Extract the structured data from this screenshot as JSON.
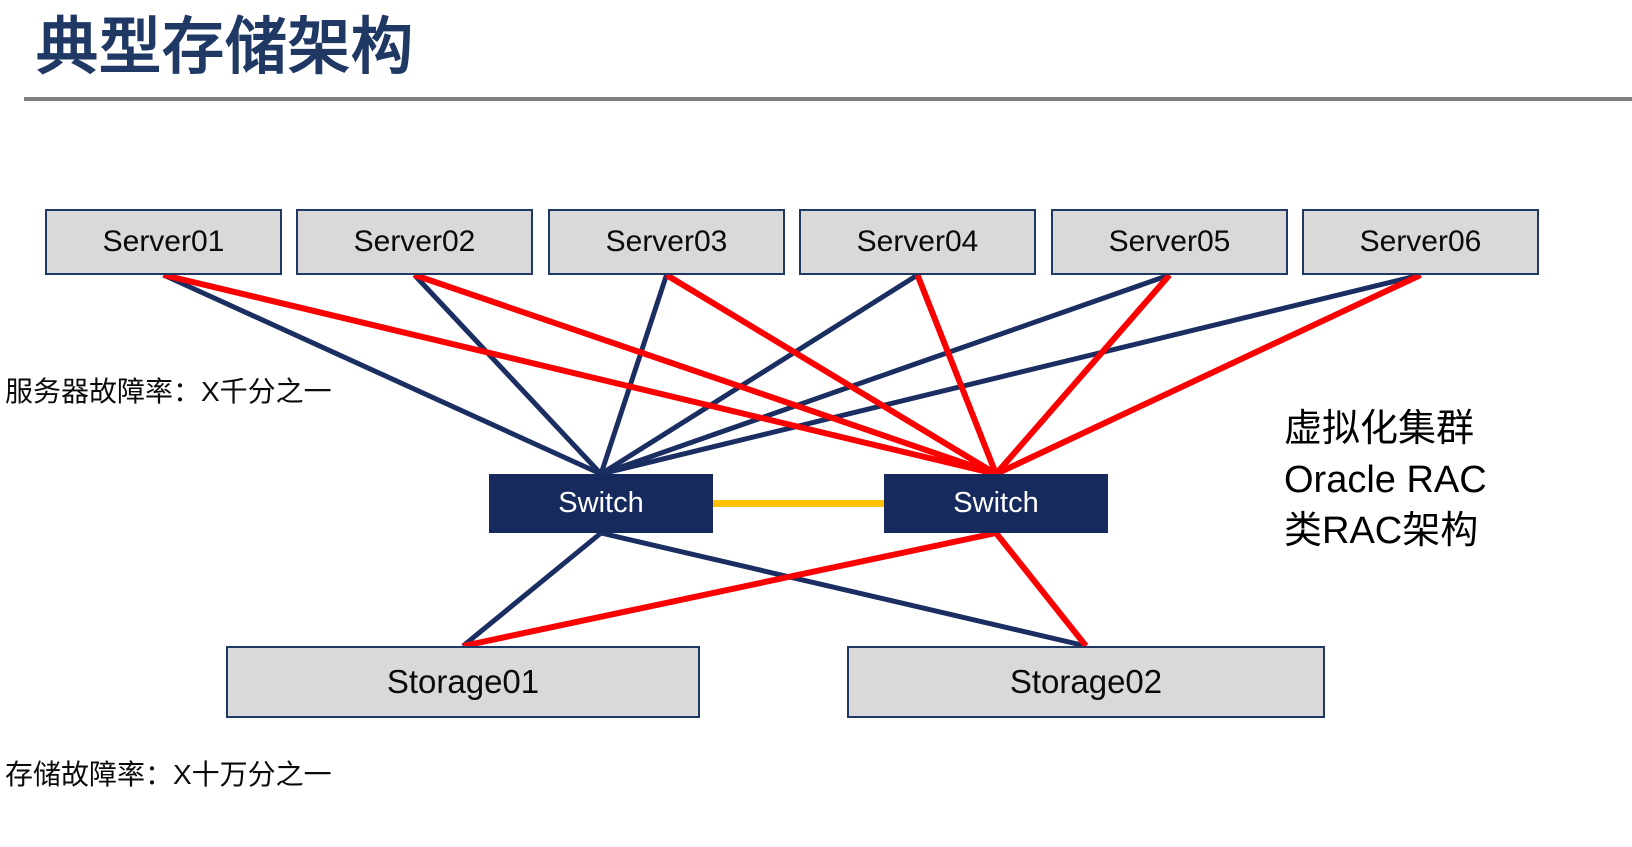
{
  "title": "典型存储架构",
  "colors": {
    "navy": "#1B2E61",
    "red": "#FB0000",
    "orange": "#FFC000",
    "title_navy": "#1F3864",
    "box_fill": "#D9D9D9",
    "box_border": "#1F3864",
    "switch_fill": "#162A5E",
    "divider_gray": "#808080"
  },
  "annotations": {
    "server_failure_rate": "服务器故障率：X千分之一",
    "storage_failure_rate": "存储故障率：X十万分之一",
    "cluster_note_lines": [
      "虚拟化集群",
      "Oracle RAC",
      "类RAC架构"
    ]
  },
  "diagram": {
    "servers": [
      {
        "id": "server01",
        "label": "Server01"
      },
      {
        "id": "server02",
        "label": "Server02"
      },
      {
        "id": "server03",
        "label": "Server03"
      },
      {
        "id": "server04",
        "label": "Server04"
      },
      {
        "id": "server05",
        "label": "Server05"
      },
      {
        "id": "server06",
        "label": "Server06"
      }
    ],
    "switches": [
      {
        "id": "switch-a",
        "label": "Switch"
      },
      {
        "id": "switch-b",
        "label": "Switch"
      }
    ],
    "storages": [
      {
        "id": "storage01",
        "label": "Storage01"
      },
      {
        "id": "storage02",
        "label": "Storage02"
      }
    ],
    "edges": [
      {
        "from": "server01",
        "to": "switch-a",
        "color": "navy",
        "width": 5,
        "from_anchor": "bc",
        "to_anchor": "tc"
      },
      {
        "from": "server02",
        "to": "switch-a",
        "color": "navy",
        "width": 5,
        "from_anchor": "bc",
        "to_anchor": "tc"
      },
      {
        "from": "server03",
        "to": "switch-a",
        "color": "navy",
        "width": 5,
        "from_anchor": "bc",
        "to_anchor": "tc"
      },
      {
        "from": "server04",
        "to": "switch-a",
        "color": "navy",
        "width": 5,
        "from_anchor": "bc",
        "to_anchor": "tc"
      },
      {
        "from": "server05",
        "to": "switch-a",
        "color": "navy",
        "width": 5,
        "from_anchor": "bc",
        "to_anchor": "tc"
      },
      {
        "from": "server06",
        "to": "switch-a",
        "color": "navy",
        "width": 5,
        "from_anchor": "bc",
        "to_anchor": "tc"
      },
      {
        "from": "server01",
        "to": "switch-b",
        "color": "red",
        "width": 6,
        "from_anchor": "bc",
        "to_anchor": "tc"
      },
      {
        "from": "server02",
        "to": "switch-b",
        "color": "red",
        "width": 6,
        "from_anchor": "bc",
        "to_anchor": "tc"
      },
      {
        "from": "server03",
        "to": "switch-b",
        "color": "red",
        "width": 6,
        "from_anchor": "bc",
        "to_anchor": "tc"
      },
      {
        "from": "server04",
        "to": "switch-b",
        "color": "red",
        "width": 6,
        "from_anchor": "bc",
        "to_anchor": "tc"
      },
      {
        "from": "server05",
        "to": "switch-b",
        "color": "red",
        "width": 6,
        "from_anchor": "bc",
        "to_anchor": "tc"
      },
      {
        "from": "server06",
        "to": "switch-b",
        "color": "red",
        "width": 6,
        "from_anchor": "bc",
        "to_anchor": "tc"
      },
      {
        "from": "switch-a",
        "to": "switch-b",
        "color": "orange",
        "width": 7,
        "from_anchor": "rc",
        "to_anchor": "lc"
      },
      {
        "from": "switch-a",
        "to": "storage01",
        "color": "navy",
        "width": 5,
        "from_anchor": "bc",
        "to_anchor": "tc"
      },
      {
        "from": "switch-a",
        "to": "storage02",
        "color": "navy",
        "width": 5,
        "from_anchor": "bc",
        "to_anchor": "tc"
      },
      {
        "from": "switch-b",
        "to": "storage01",
        "color": "red",
        "width": 6,
        "from_anchor": "bc",
        "to_anchor": "tc"
      },
      {
        "from": "switch-b",
        "to": "storage02",
        "color": "red",
        "width": 6,
        "from_anchor": "bc",
        "to_anchor": "tc"
      }
    ]
  }
}
